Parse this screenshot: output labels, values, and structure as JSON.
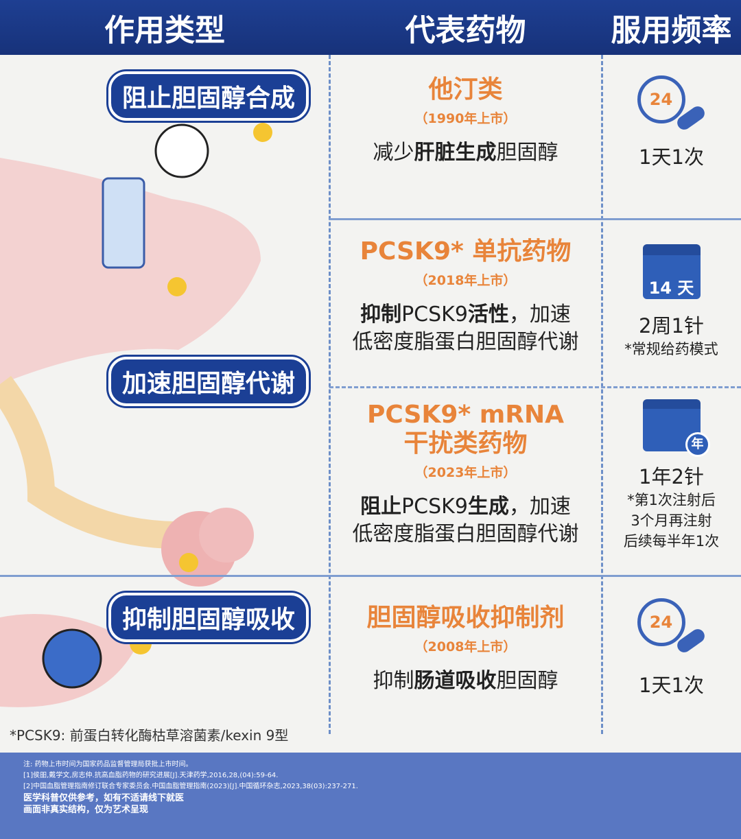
{
  "header": {
    "col1": "作用类型",
    "col2": "代表药物",
    "col3": "服用频率"
  },
  "mechanisms": [
    "阻止胆固醇合成",
    "加速胆固醇代谢",
    "抑制胆固醇吸收"
  ],
  "rows": [
    {
      "name": "他汀类",
      "year": "（1990年上市）",
      "desc_pre": "减少",
      "desc_bold": "肝脏生成",
      "desc_post": "胆固醇",
      "icon": "24",
      "freq": "1天1次"
    },
    {
      "name": "PCSK9* 单抗药物",
      "year": "（2018年上市）",
      "desc_bold1": "抑制",
      "desc_mid": "PCSK9",
      "desc_bold2": "活性",
      "desc_post": "，加速",
      "desc_line2": "低密度脂蛋白胆固醇代谢",
      "icon": "14 天",
      "freq": "2周1针",
      "note": "*常规给药模式"
    },
    {
      "name": "PCSK9* mRNA",
      "name2": "干扰类药物",
      "year": "（2023年上市）",
      "desc_bold1": "阻止",
      "desc_mid": "PCSK9",
      "desc_bold2": "生成",
      "desc_post": "，加速",
      "desc_line2": "低密度脂蛋白胆固醇代谢",
      "icon": "年",
      "freq": "1年2针",
      "note1": "*第1次注射后",
      "note2": "3个月再注射",
      "note3": "后续每半年1次"
    },
    {
      "name": "胆固醇吸收抑制剂",
      "year": "（2008年上市）",
      "desc_pre": "抑制",
      "desc_bold": "肠道吸收",
      "desc_post": "胆固醇",
      "icon": "24",
      "freq": "1天1次"
    }
  ],
  "footnote": "*PCSK9: 前蛋白转化酶枯草溶菌素/kexin 9型",
  "footer": {
    "l1": "注: 药物上市时间为国家药品监督管理局获批上市时间。",
    "l2": "[1]侯昍,戴学文,房志仲.抗高血脂药物的研究进展[J].天津药学,2016,28,(04):59-64.",
    "l3": "[2]中国血脂管理指南修订联合专家委员会.中国血脂管理指南(2023)[J].中国循环杂志,2023,38(03):237-271.",
    "l4": "医学科普仅供参考，如有不适请线下就医",
    "l5": "画面非真实结构，仅为艺术呈现"
  },
  "colors": {
    "header": "#1b3a8a",
    "orange": "#e8843a",
    "footer": "#5977c2"
  }
}
